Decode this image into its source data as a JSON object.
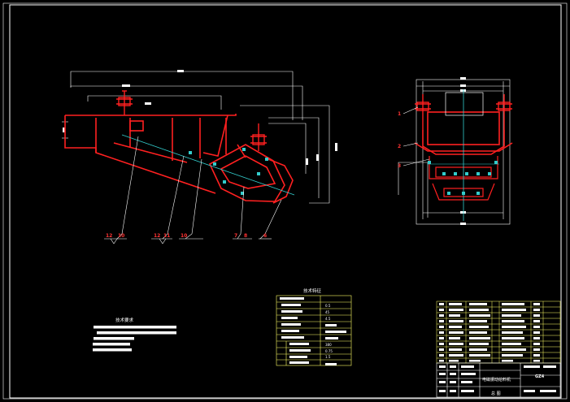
{
  "drawing": {
    "colors": {
      "background": "#000000",
      "frame": "#ffffff",
      "part": "#ff2020",
      "centerline": "#33cccc",
      "dimension": "#ffffff",
      "leader": "#ffffff",
      "balloon": "#ff3333",
      "table_line": "#ffff66",
      "table_text": "#ffffff"
    },
    "side_view_balloons": [
      "12",
      "10",
      "12",
      "11",
      "10",
      "7",
      "8",
      "6"
    ],
    "end_view_balloons": [
      "1",
      "2",
      "3"
    ],
    "tech_requirements": {
      "title": "技术要求"
    },
    "tech_specs": {
      "title": "技术特征",
      "values": [
        "0.5",
        "45",
        "4.5",
        "380",
        "0.75",
        "1.5"
      ]
    },
    "title_block": {
      "product_name": "电磁振动给料机",
      "drawing_no": "GZ4",
      "sheet_label": "总 图"
    }
  }
}
